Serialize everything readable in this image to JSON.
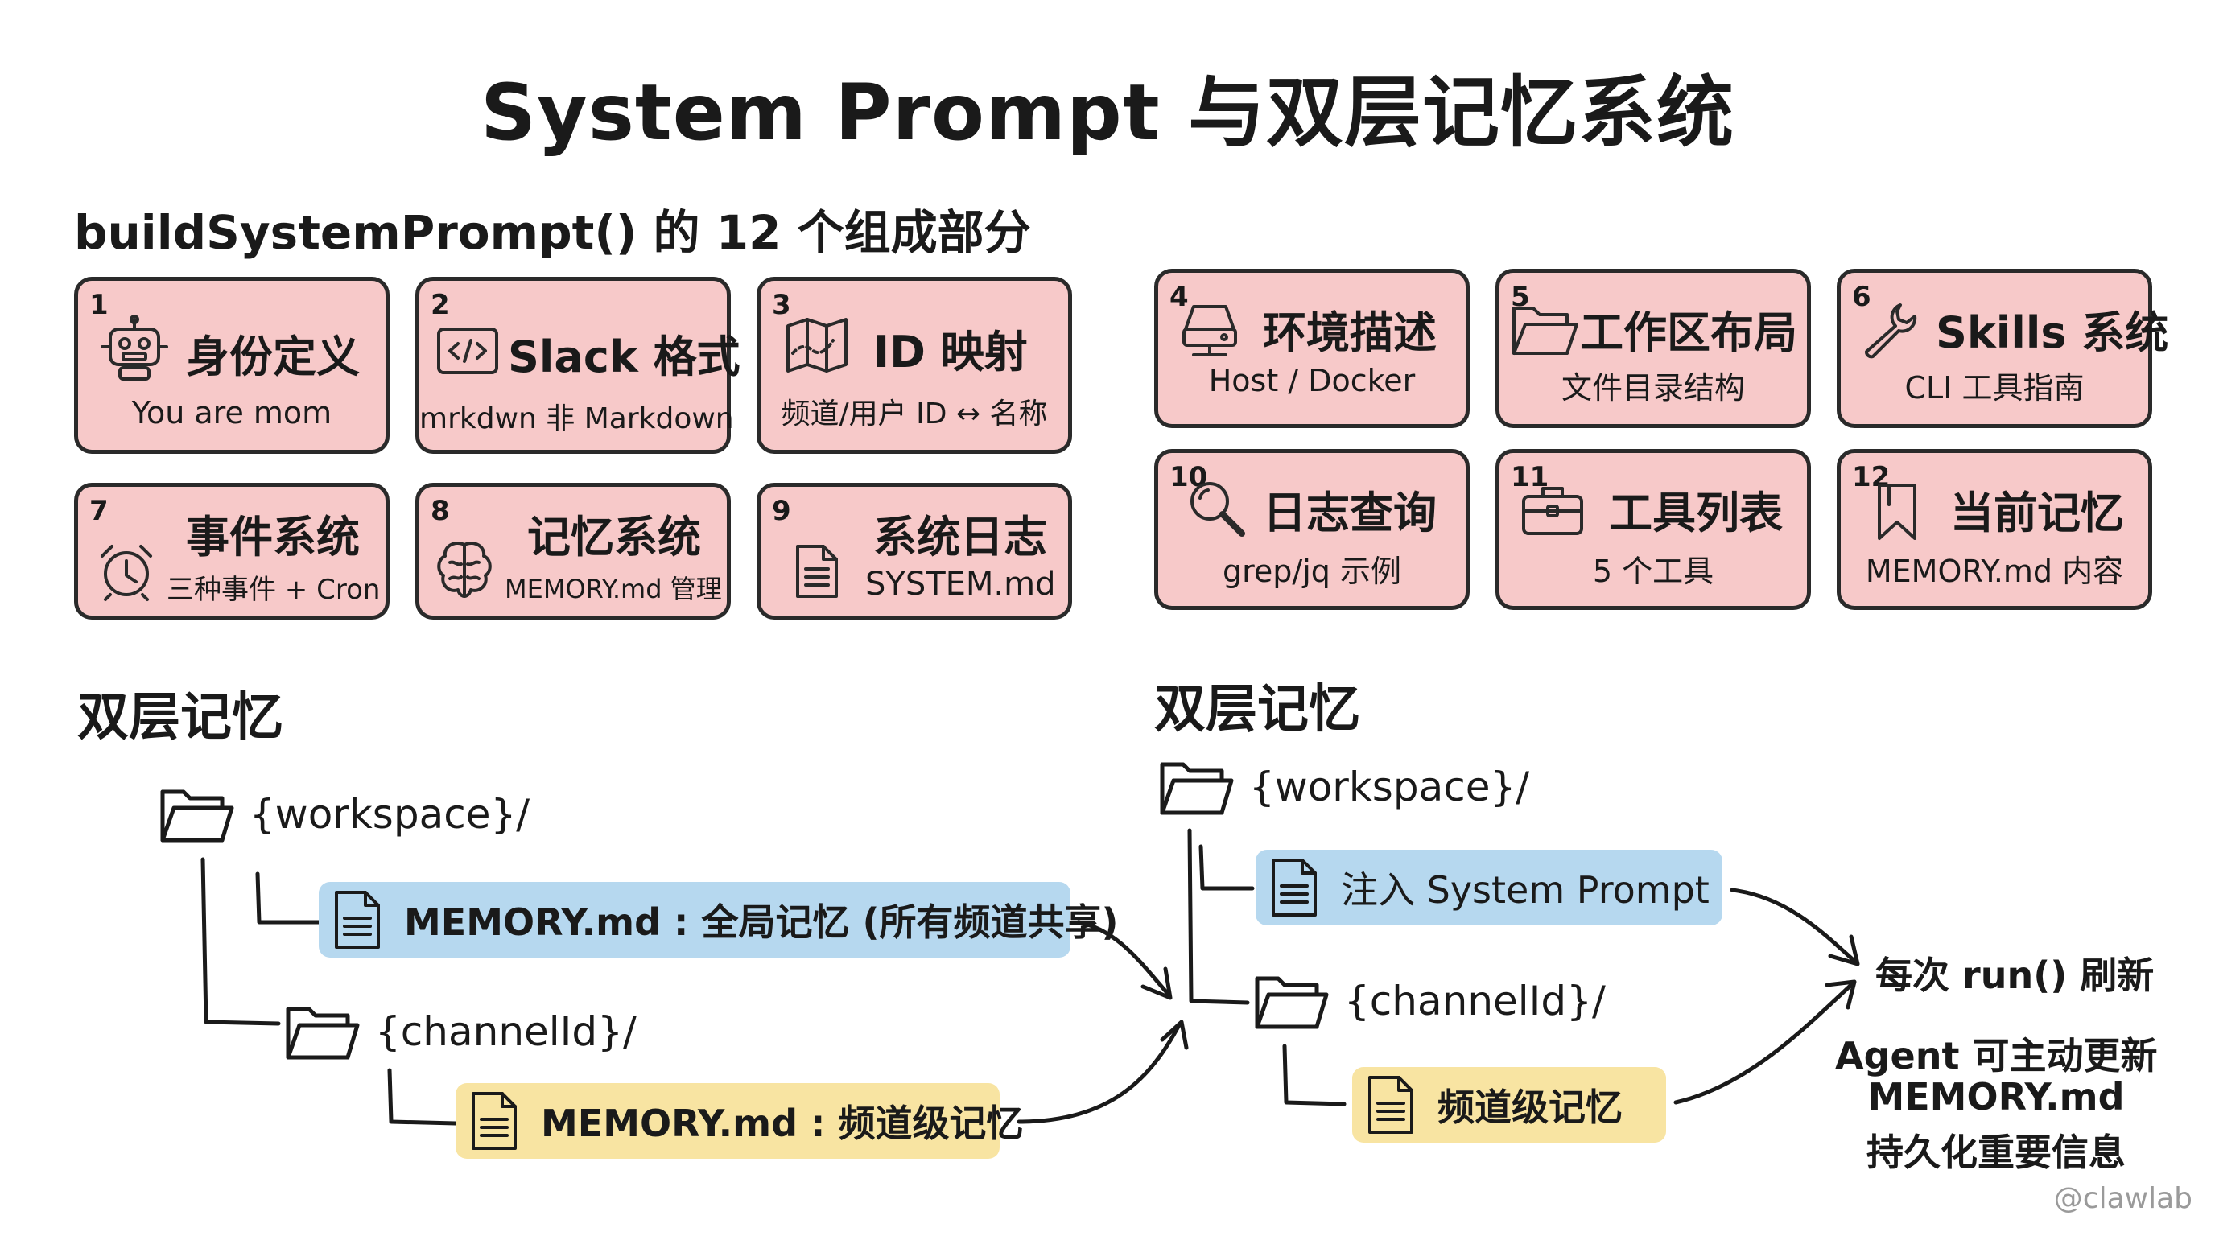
{
  "title": "System Prompt  与双层记忆系统",
  "subtitle": "buildSystemPrompt() 的 12 个组成部分",
  "components": [
    {
      "num": "1",
      "title": "身份定义",
      "sub": "You are mom",
      "icon": "robot-icon"
    },
    {
      "num": "2",
      "title": "Slack 格式",
      "sub": "mrkdwn 非 Markdown",
      "icon": "code-icon"
    },
    {
      "num": "3",
      "title": "ID 映射",
      "sub": "频道/用户 ID ↔ 名称",
      "icon": "map-icon"
    },
    {
      "num": "4",
      "title": "环境描述",
      "sub": "Host / Docker",
      "icon": "server-icon"
    },
    {
      "num": "5",
      "title": "工作区布局",
      "sub": "文件目录结构",
      "icon": "folder-icon"
    },
    {
      "num": "6",
      "title": "Skills 系统",
      "sub": "CLI 工具指南",
      "icon": "wrench-icon"
    },
    {
      "num": "7",
      "title": "事件系统",
      "sub": "三种事件 + Cron",
      "icon": "alarm-clock-icon"
    },
    {
      "num": "8",
      "title": "记忆系统",
      "sub": "MEMORY.md 管理",
      "icon": "brain-icon"
    },
    {
      "num": "9",
      "title": "系统日志",
      "sub": "SYSTEM.md",
      "icon": "document-icon"
    },
    {
      "num": "10",
      "title": "日志查询",
      "sub": "grep/jq 示例",
      "icon": "magnifier-icon"
    },
    {
      "num": "11",
      "title": "工具列表",
      "sub": "5 个工具",
      "icon": "toolbox-icon"
    },
    {
      "num": "12",
      "title": "当前记忆",
      "sub": "MEMORY.md 内容",
      "icon": "bookmark-icon"
    }
  ],
  "left_memory": {
    "title": "双层记忆",
    "workspace": "{workspace}/",
    "global_memory": "MEMORY.md : 全局记忆 (所有频道共享)",
    "channel": "{channelId}/",
    "channel_memory": "MEMORY.md : 频道级记忆"
  },
  "right_memory": {
    "title": "双层记忆",
    "workspace": "{workspace}/",
    "inject": "注入 System Prompt",
    "channel": "{channelId}/",
    "channel_memory": "频道级记忆",
    "refresh": "每次 run() 刷新",
    "agent_update": [
      "Agent 可主动更新",
      "MEMORY.md",
      "持久化重要信息"
    ]
  },
  "watermark": "@clawlab",
  "colors": {
    "card": "#f7c9c9",
    "blue": "#b6d8ef",
    "yellow": "#f8e4a2",
    "stroke": "#2a2a2a"
  }
}
